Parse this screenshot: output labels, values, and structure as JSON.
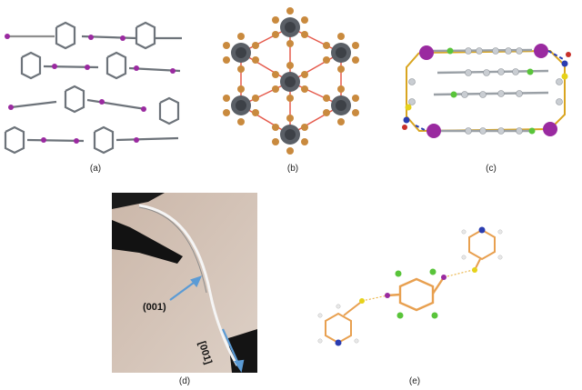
{
  "figure": {
    "captions": {
      "a": "(a)",
      "b": "(b)",
      "c": "(c)",
      "d": "(d)",
      "e": "(e)"
    },
    "photo_labels": {
      "face": "(001)",
      "direction": "[001]"
    },
    "colors": {
      "iodine": "#9a2aa0",
      "carbon": "#7a7f86",
      "hydrogen": "#e8e8e8",
      "nitrogen": "#2a3cb0",
      "bromine": "#c98a3e",
      "sulfur": "#e6d21a",
      "chlorine": "#59c43a",
      "arrow": "#5b9bd5",
      "halogen_bond": "#e55a4c"
    }
  }
}
